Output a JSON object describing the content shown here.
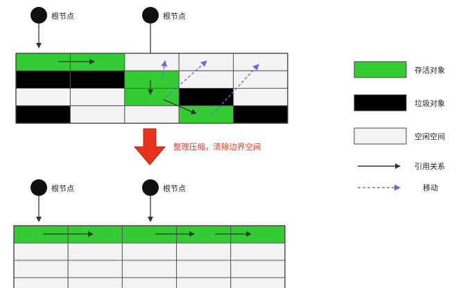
{
  "labels": {
    "root_node": "根节点",
    "transition": "整理压缩，清除边界空间"
  },
  "legend": [
    {
      "key": "alive",
      "label": "存活对象",
      "color": "#33cc33"
    },
    {
      "key": "garbage",
      "label": "垃圾对象",
      "color": "#000000"
    },
    {
      "key": "free",
      "label": "空闲空间",
      "color": "#f3f3f3"
    },
    {
      "key": "reference",
      "label": "引用关系",
      "color": "#333333"
    },
    {
      "key": "move",
      "label": "移动",
      "color": "#6a6ad8"
    }
  ],
  "colors": {
    "alive": "#33cc33",
    "garbage": "#000000",
    "free": "#f3f3f3",
    "reference": "#333333",
    "move": "#6a6ad8",
    "transition_text": "#e03c2a",
    "transition_arrow": "#e8321e"
  },
  "before_grid": [
    [
      "alive",
      "alive",
      "free",
      "free",
      "free"
    ],
    [
      "garbage",
      "garbage",
      "alive",
      "free",
      "free"
    ],
    [
      "free",
      "free",
      "alive",
      "garbage",
      "free"
    ],
    [
      "garbage",
      "free",
      "free",
      "alive",
      "garbage"
    ]
  ],
  "after_grid": [
    [
      "alive",
      "alive",
      "alive",
      "alive",
      "alive"
    ],
    [
      "free",
      "free",
      "free",
      "free",
      "free"
    ],
    [
      "free",
      "free",
      "free",
      "free",
      "free"
    ],
    [
      "free",
      "free",
      "free",
      "free",
      "free"
    ]
  ]
}
